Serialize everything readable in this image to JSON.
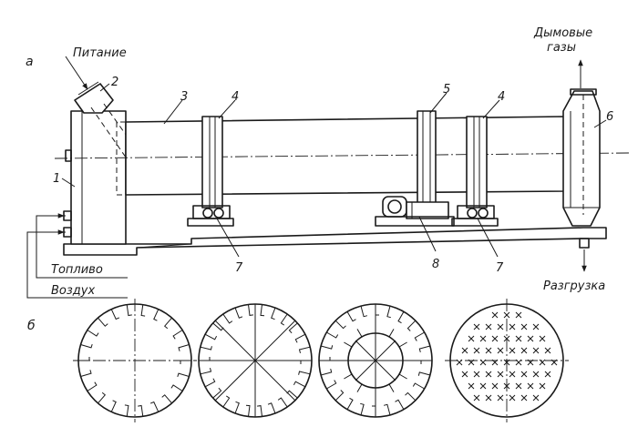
{
  "panel_labels": {
    "a": "a",
    "b": "б"
  },
  "callouts": {
    "n1": "1",
    "n2": "2",
    "n3": "3",
    "n4a": "4",
    "n4b": "4",
    "n5": "5",
    "n6": "6",
    "n7a": "7",
    "n7b": "7",
    "n8": "8"
  },
  "text": {
    "feed": "Питание",
    "flue_gas_1": "Дымовые",
    "flue_gas_2": "газы",
    "fuel": "Топливо",
    "air": "Воздух",
    "discharge": "Разгрузка"
  },
  "icons": {
    "arrow": "arrow-icon"
  }
}
